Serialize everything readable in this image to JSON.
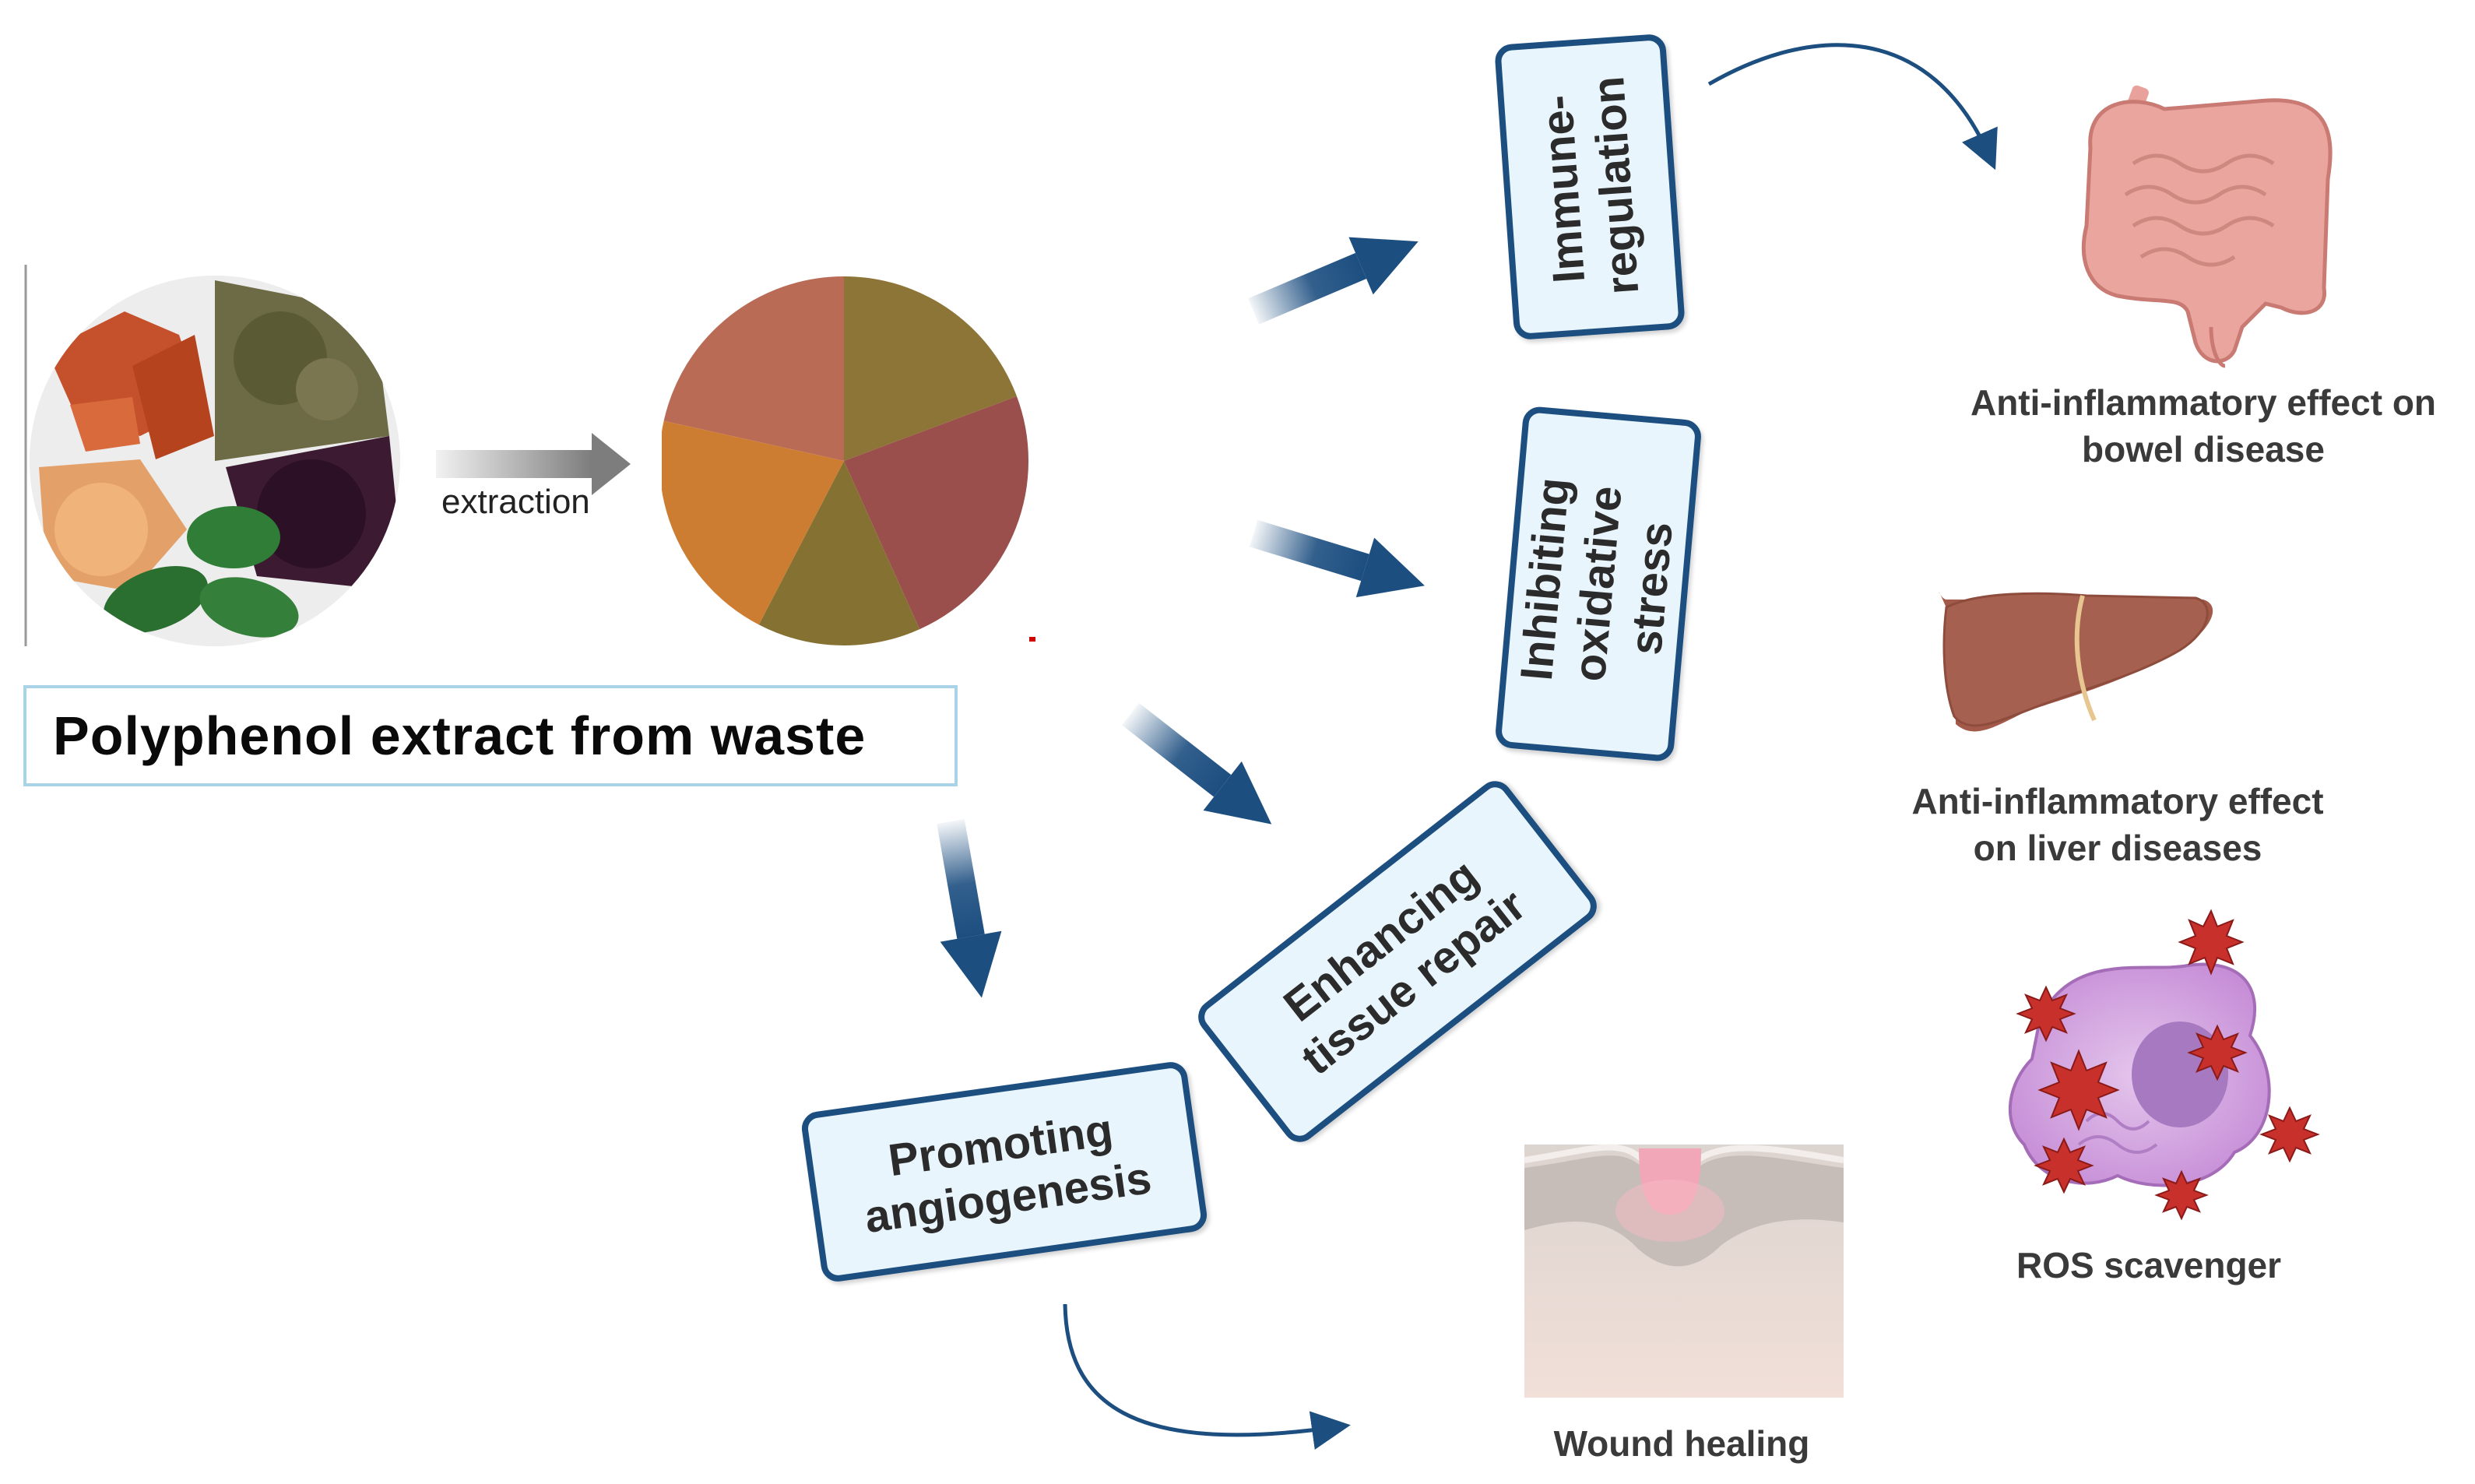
{
  "source_label": "Polyphenol extract from waste",
  "process_label": "extraction",
  "mechanisms": {
    "immune": "Immune-\nregulation",
    "oxidative": "Inhibiting\noxidative\nstress",
    "tissue": "Enhancing\ntissue repair",
    "angio": "Promoting\nangiogenesis"
  },
  "outcomes": {
    "bowel": "Anti-inflammatory effect on\nbowel disease",
    "liver": "Anti-inflammatory effect\non liver diseases",
    "ros": "ROS scavenger",
    "wound": "Wound healing"
  },
  "colors": {
    "arrow": "#1c4e80",
    "box_fill": "#e9f5fc",
    "box_border": "#1c4e80",
    "title_border": "#a9d3e6"
  }
}
